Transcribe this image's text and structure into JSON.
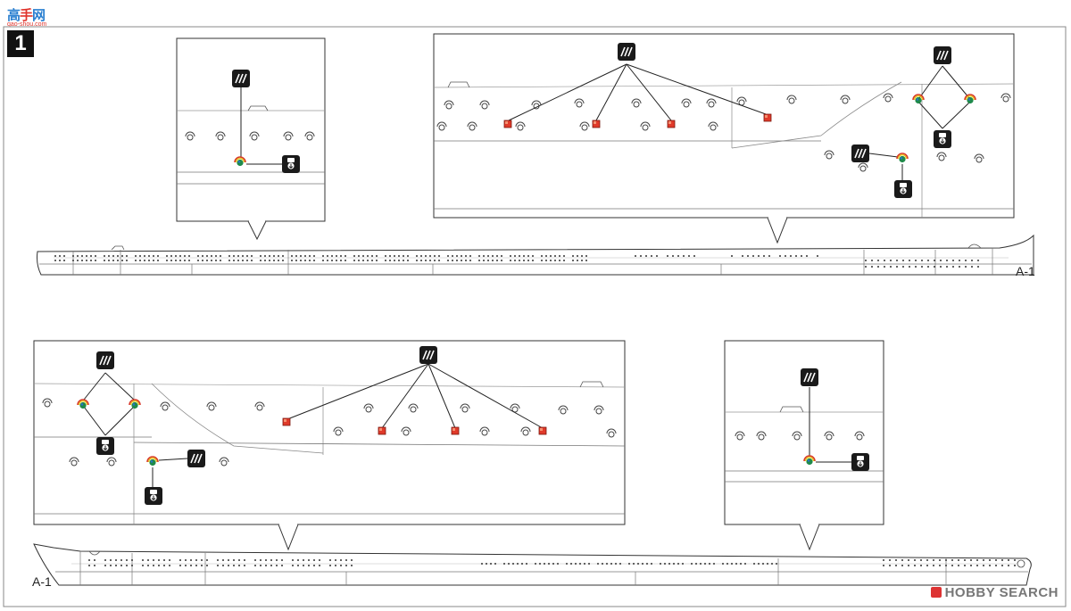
{
  "watermark": {
    "main_a": "高",
    "main_b": "手",
    "main_c": "网",
    "sub": "gao-shou.com"
  },
  "step": {
    "number": "1"
  },
  "part_labels": {
    "top": "A-1",
    "bottom": "A-1"
  },
  "footer": {
    "brand": "HOBBY SEARCH"
  },
  "icons": {
    "decal": "decal-stripes-icon",
    "flag": "flag-anchor-icon",
    "roundel": "roundel-icon",
    "red_marker": "red-marker-icon",
    "porthole": "porthole-icon"
  },
  "colors": {
    "ink": "#222222",
    "red_marker": "#e03a2a",
    "roundel_green": "#1f8a4a",
    "roundel_red": "#d83a2a",
    "roundel_yellow": "#e6c21a",
    "roundel_blue": "#2a6fd0"
  }
}
